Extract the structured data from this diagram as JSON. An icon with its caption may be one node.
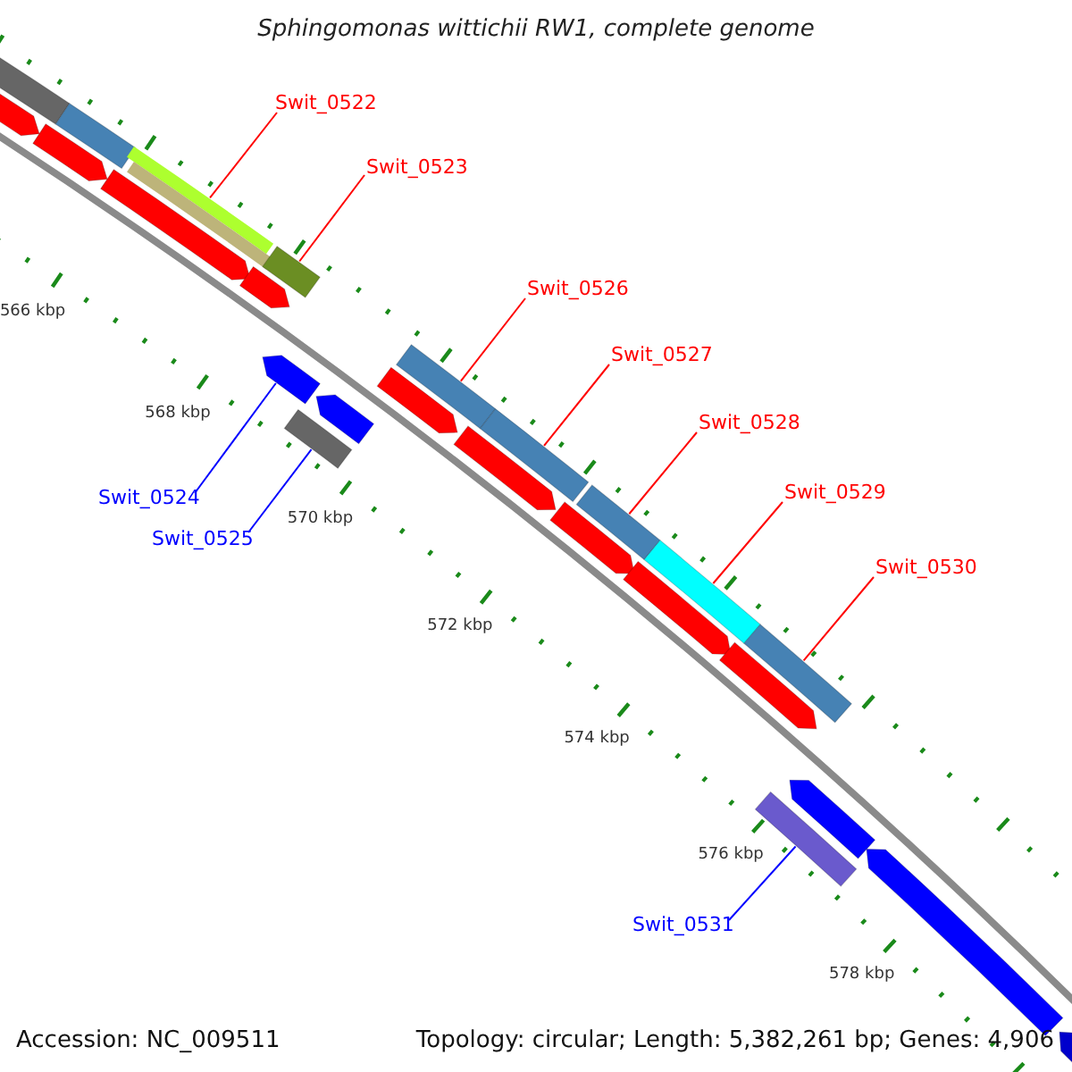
{
  "diagram": {
    "title": "Sphingomonas wittichii RW1, complete genome",
    "nodes": [
      {
        "text": [
          "Swit_0522"
        ]
      },
      {
        "text": [
          "Swit_0523"
        ]
      },
      {
        "text": [
          "Swit_0526"
        ]
      },
      {
        "text": [
          "Swit_0527"
        ]
      },
      {
        "text": [
          "Swit_0528"
        ]
      },
      {
        "text": [
          "Swit_0529"
        ]
      },
      {
        "text": [
          "Swit_0524"
        ]
      },
      {
        "text": [
          "Swit_0525"
        ]
      },
      {
        "text": [
          "Swit_0530"
        ]
      },
      {
        "text": [
          "Swit_0531"
        ]
      },
      {
        "text": [],
        "shape": "bar"
      },
      {
        "text": [],
        "shape": "arrow"
      },
      {
        "text": [],
        "shape": "bar"
      },
      {
        "text": [],
        "shape": "arrow"
      },
      {
        "text": [],
        "shape": "arrow"
      },
      {
        "text": [],
        "shape": "bar"
      },
      {
        "text": [],
        "shape": "arrow"
      },
      {
        "text": [],
        "shape": "arrow"
      },
      {
        "text": [],
        "shape": "bar"
      },
      {
        "text": [],
        "shape": "bar"
      },
      {
        "text": [],
        "shape": "arrow"
      },
      {
        "text": [],
        "shape": "arrow"
      },
      {
        "text": [],
        "shape": "bar"
      },
      {
        "text": [],
        "shape": "arrow"
      },
      {
        "text": [],
        "shape": "bar"
      },
      {
        "text": [],
        "shape": "arrow"
      },
      {
        "text": [],
        "shape": "bar"
      },
      {
        "text": [],
        "shape": "arrow"
      },
      {
        "text": [],
        "shape": "bar"
      },
      {
        "text": [],
        "shape": "arrow"
      },
      {
        "text": [],
        "shape": "bar"
      },
      {
        "text": [],
        "shape": "bar"
      },
      {
        "text": [],
        "shape": "arrow"
      },
      {
        "text": [],
        "shape": "arrow"
      },
      {
        "text": [],
        "shape": "arrow"
      }
    ],
    "edges": [
      {
        "from": 0,
        "to": 15,
        "arrow": "none"
      },
      {
        "from": 1,
        "to": 18,
        "arrow": "none"
      },
      {
        "from": 2,
        "to": 22,
        "arrow": "none"
      },
      {
        "from": 3,
        "to": 24,
        "arrow": "none"
      },
      {
        "from": 4,
        "to": 26,
        "arrow": "none"
      },
      {
        "from": 5,
        "to": 28,
        "arrow": "none"
      },
      {
        "from": 6,
        "to": 17,
        "arrow": "none",
        "color": "#0000ff"
      },
      {
        "from": 7,
        "to": 19,
        "arrow": "none",
        "color": "#0000ff"
      },
      {
        "from": 8,
        "to": 30,
        "arrow": "none"
      },
      {
        "from": 9,
        "to": 31,
        "arrow": "none",
        "color": "#0000ff"
      }
    ],
    "labels": [
      "566 kbp",
      "568 kbp",
      "570 kbp",
      "572 kbp",
      "574 kbp",
      "576 kbp",
      "578 kbp",
      "Accession: NC_009511",
      "Topology: circular; Length: 5,382,261 bp; Genes: 4,906"
    ]
  }
}
